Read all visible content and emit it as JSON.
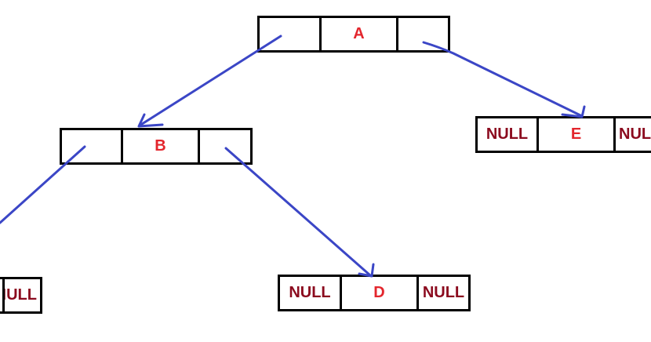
{
  "colors": {
    "border": "#000000",
    "value_text": "#e3262d",
    "null_text": "#8b0a1e",
    "arrow": "#3b46c6"
  },
  "nodes": {
    "a": {
      "value": "A"
    },
    "b": {
      "value": "B"
    },
    "c": {
      "right": "NULL"
    },
    "d": {
      "left": "NULL",
      "value": "D",
      "right": "NULL"
    },
    "e": {
      "left": "NULL",
      "value": "E",
      "right": "NULL"
    }
  }
}
